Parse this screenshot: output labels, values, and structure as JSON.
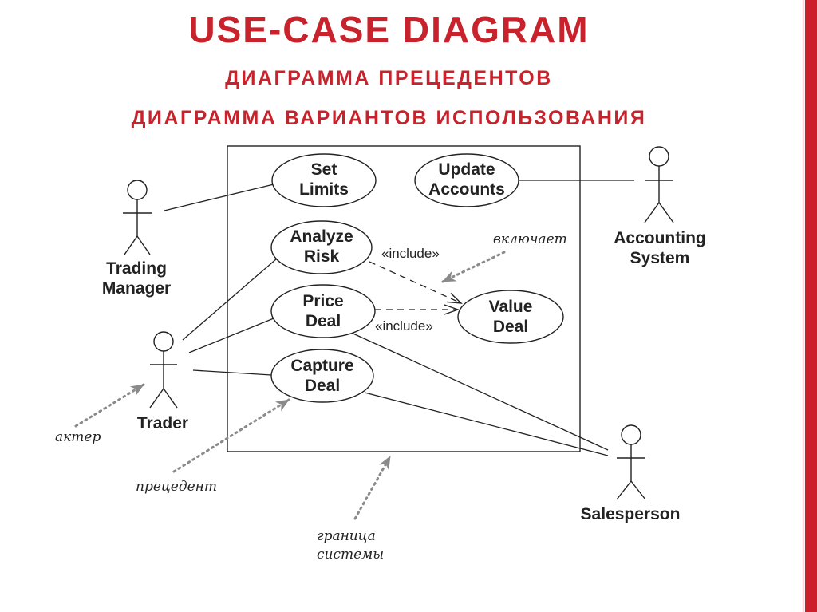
{
  "header": {
    "title": "USE-CASE DIAGRAM",
    "subtitle_1": "ДИАГРАММА ПРЕЦЕДЕНТОВ",
    "subtitle_2": "ДИАГРАММА ВАРИАНТОВ ИСПОЛЬЗОВАНИЯ"
  },
  "colors": {
    "accent": "#cc1f2b",
    "ink": "#222222",
    "note_arrow": "#8a8a8a"
  },
  "use_cases": {
    "set_limits": [
      "Set",
      "Limits"
    ],
    "update_accounts": [
      "Update",
      "Accounts"
    ],
    "analyze_risk": [
      "Analyze",
      "Risk"
    ],
    "price_deal": [
      "Price",
      "Deal"
    ],
    "value_deal": [
      "Value",
      "Deal"
    ],
    "capture_deal": [
      "Capture",
      "Deal"
    ]
  },
  "actors": {
    "trading_manager": [
      "Trading",
      "Manager"
    ],
    "accounting_system": [
      "Accounting",
      "System"
    ],
    "trader": [
      "Trader"
    ],
    "salesperson": [
      "Salesperson"
    ]
  },
  "relations": {
    "include_1": "«include»",
    "include_2": "«include»"
  },
  "annotations": {
    "include_note": "включает",
    "actor_note": "актер",
    "use_case_note": "прецедент",
    "boundary_note": [
      "граница",
      "системы"
    ]
  }
}
